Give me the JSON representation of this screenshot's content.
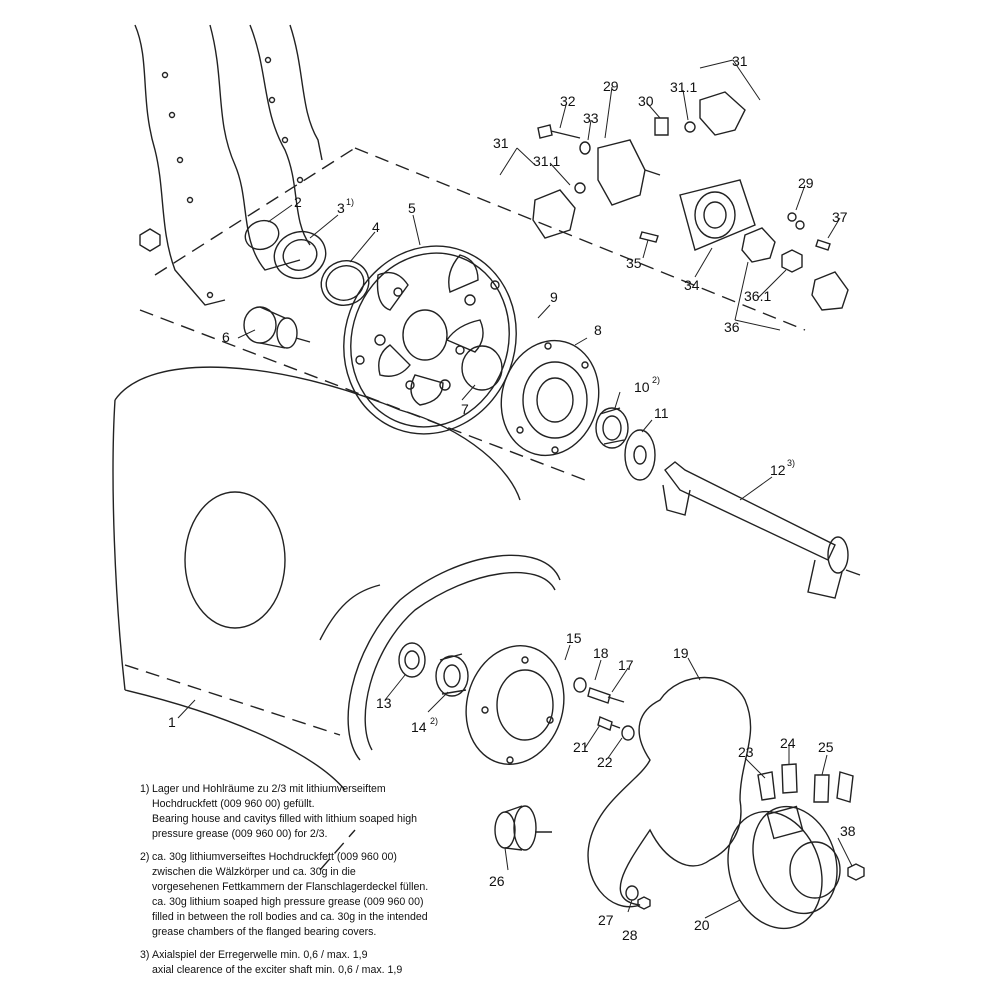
{
  "callouts": {
    "c1": "1",
    "c2": "2",
    "c3": "3",
    "c3_sup": "1)",
    "c4": "4",
    "c5": "5",
    "c6": "6",
    "c7": "7",
    "c8": "8",
    "c9": "9",
    "c10": "10",
    "c10_sup": "2)",
    "c11": "11",
    "c12": "12",
    "c12_sup": "3)",
    "c13": "13",
    "c14": "14",
    "c14_sup": "2)",
    "c15": "15",
    "c17": "17",
    "c18": "18",
    "c19": "19",
    "c20": "20",
    "c21": "21",
    "c22": "22",
    "c23": "23",
    "c24": "24",
    "c25": "25",
    "c26": "26",
    "c27": "27",
    "c28": "28",
    "c29a": "29",
    "c29b": "29",
    "c30": "30",
    "c31a": "31",
    "c31b": "31",
    "c31_1a": "31.1",
    "c31_1b": "31.1",
    "c32": "32",
    "c33": "33",
    "c34": "34",
    "c35": "35",
    "c36": "36",
    "c36_1": "36.1",
    "c37": "37",
    "c38": "38"
  },
  "notes": [
    {
      "num": "1)",
      "lines": [
        "Lager und Hohlräume zu 2/3 mit lithiumverseiftem",
        "Hochdruckfett (009 960 00) gefüllt.",
        "Bearing house and cavitys filled with lithium soaped high",
        "pressure grease (009 960 00) for 2/3."
      ]
    },
    {
      "num": "2)",
      "lines": [
        "ca. 30g lithiumverseiftes Hochdruckfett (009 960 00)",
        "zwischen die Wälzkörper und ca. 30g in die",
        "vorgesehenen Fettkammern der Flanschlagerdeckel füllen.",
        "ca. 30g lithium soaped high pressure grease (009 960 00)",
        "filled in between the roll bodies and ca. 30g in the intended",
        "grease chambers of the flanged bearing covers."
      ]
    },
    {
      "num": "3)",
      "lines": [
        "Axialspiel der Erregerwelle min. 0,6 / max. 1,9",
        "axial clearence of the exciter shaft min. 0,6 / max. 1,9"
      ]
    }
  ]
}
